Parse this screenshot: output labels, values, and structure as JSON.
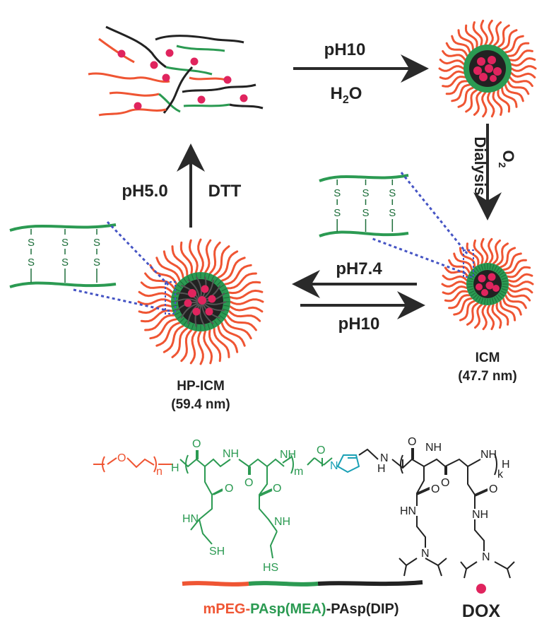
{
  "colors": {
    "peg": "#ef5533",
    "mea": "#2b9a52",
    "dip": "#222222",
    "dox": "#e0245e",
    "link": "#4554c4",
    "arrow": "#2a2a2a"
  },
  "arrows": {
    "top_above": "pH10",
    "top_below_main": "H",
    "top_below_sub": "2",
    "top_below_tail": "O",
    "right_left": "Dialysis",
    "right_right_main": "O",
    "right_right_sub": "2",
    "left_left": "pH5.0",
    "left_right": "DTT",
    "mid_top": "pH7.4",
    "mid_bottom": "pH10"
  },
  "micelles": {
    "icm_name": "ICM",
    "icm_size": "(47.7 nm)",
    "hp_name": "HP-ICM",
    "hp_size": "(59.4 nm)"
  },
  "crosslink": {
    "atom": "S"
  },
  "structure": {
    "o": "O",
    "n": "n",
    "m": "m",
    "k": "k",
    "nh": "NH",
    "hn": "HN",
    "h_nh": "H",
    "n_atom": "N",
    "h_end": "H",
    "sh": "SH",
    "hs": "HS"
  },
  "legend": {
    "peg": "mPEG",
    "sep1": "-",
    "mea": "PAsp(MEA)",
    "sep2": "-",
    "dip": "PAsp(DIP)",
    "dox": "DOX"
  }
}
